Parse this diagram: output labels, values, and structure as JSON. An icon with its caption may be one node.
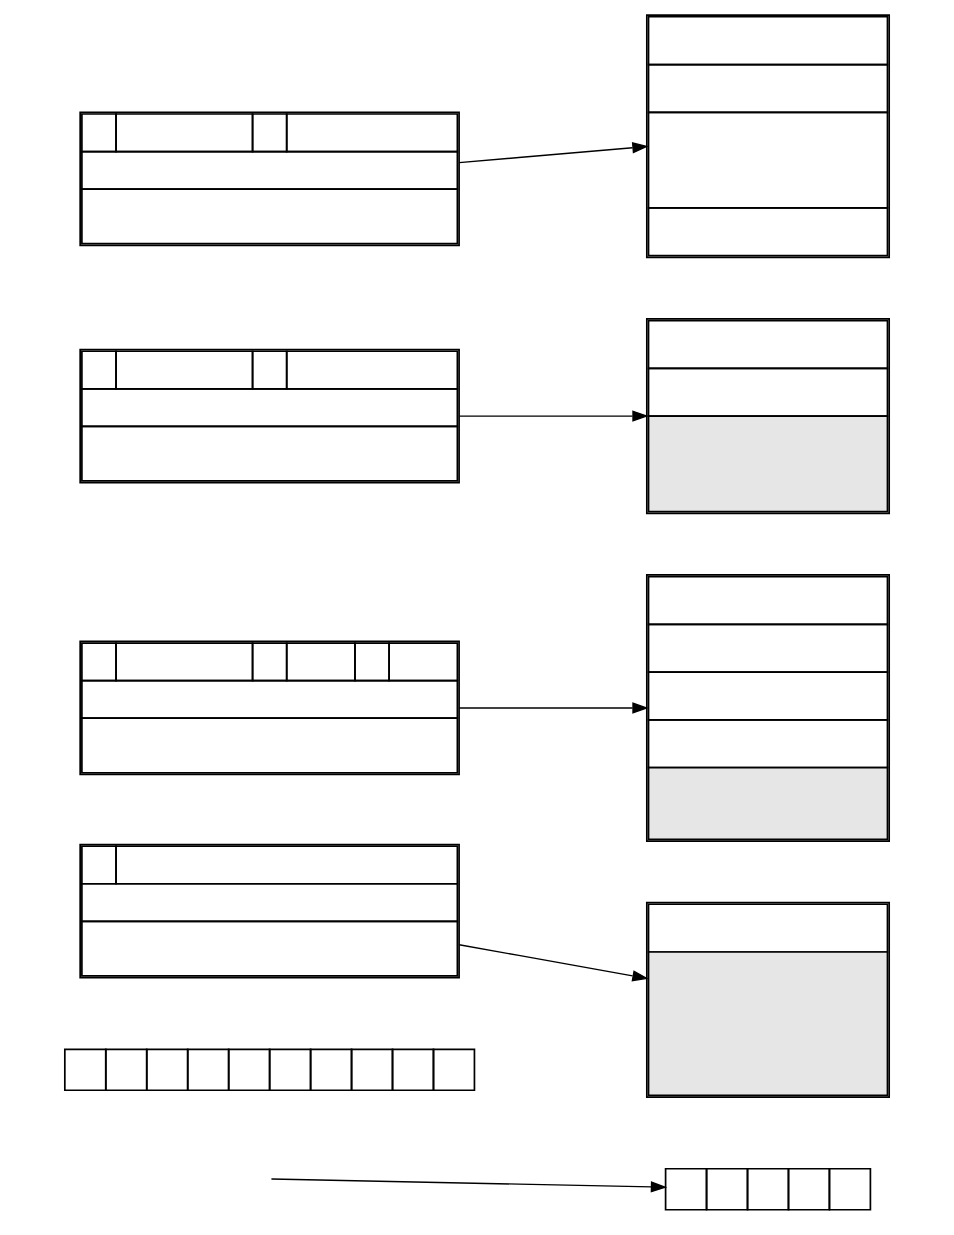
{
  "diagram": {
    "nodes": [
      {
        "text": [],
        "shape": "box"
      },
      {
        "text": [],
        "shape": "box"
      },
      {
        "text": [],
        "shape": "box"
      },
      {
        "text": [],
        "shape": "box"
      },
      {
        "text": [],
        "shape": "box"
      },
      {
        "text": [],
        "shape": "box"
      },
      {
        "text": [],
        "shape": "box"
      },
      {
        "text": [],
        "shape": "box"
      },
      {
        "text": [],
        "shape": "box"
      },
      {
        "text": [],
        "shape": "box"
      }
    ],
    "edges": [
      {
        "from": 0,
        "to": 4,
        "arrow": "to"
      },
      {
        "from": 1,
        "to": 5,
        "arrow": "to"
      },
      {
        "from": 2,
        "to": 6,
        "arrow": "to"
      },
      {
        "from": 3,
        "to": 7,
        "arrow": "to"
      },
      {
        "from": null,
        "to": 9,
        "arrow": "to"
      }
    ]
  }
}
